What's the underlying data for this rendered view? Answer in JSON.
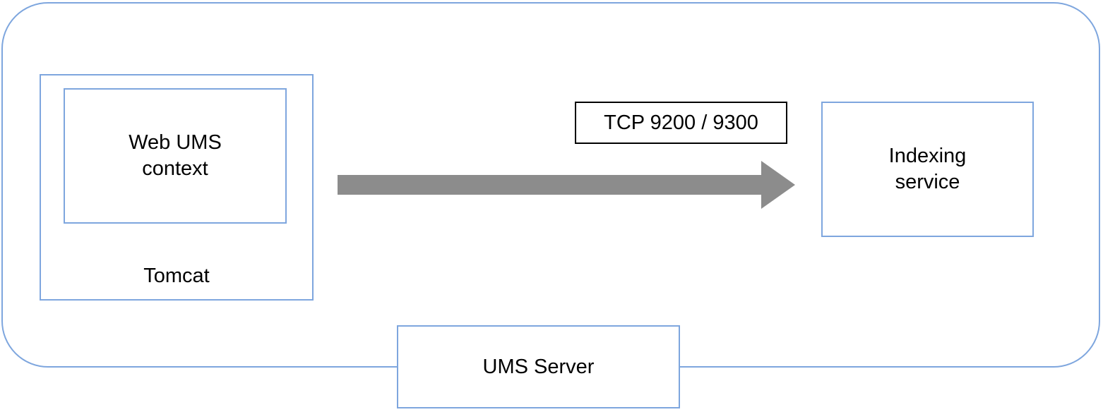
{
  "diagram": {
    "title": "UMS Server architecture diagram",
    "colors": {
      "box_border_blue": "#7EA6DE",
      "label_border_black": "#000000",
      "arrow_gray": "#8C8C8C",
      "background": "#FFFFFF",
      "text": "#000000"
    },
    "container": {
      "name": "UMS Server boundary",
      "caption": "UMS Server"
    },
    "nodes": {
      "tomcat": {
        "label": "Tomcat"
      },
      "web_ums_context": {
        "line1": "Web UMS",
        "line2": "context"
      },
      "indexing_service": {
        "line1": "Indexing",
        "line2": "service"
      }
    },
    "connection": {
      "from": "Web UMS context / Tomcat",
      "to": "Indexing service",
      "direction": "right",
      "protocol_label": "TCP 9200 / 9300"
    }
  }
}
